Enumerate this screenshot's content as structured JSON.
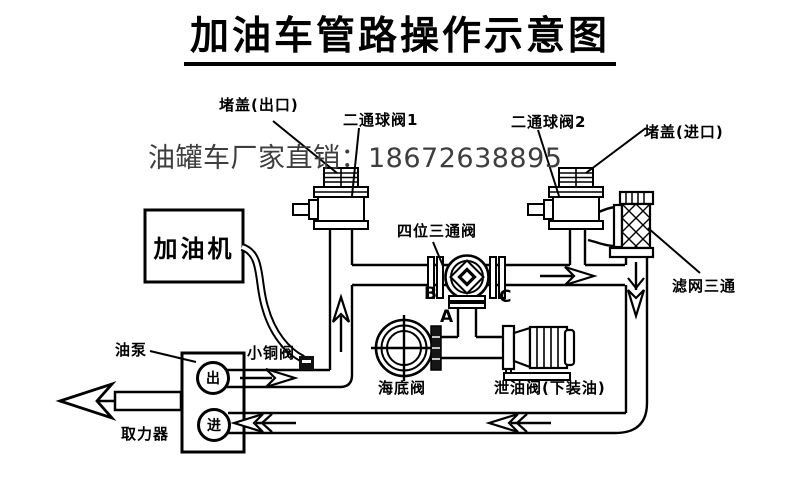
{
  "title": "加油车管路操作示意图",
  "watermark": "油罐车厂家直销：18672638895",
  "labels": {
    "plug_outlet": "堵盖(出口)",
    "ball_valve_1": "二通球阀1",
    "ball_valve_2": "二通球阀2",
    "plug_inlet": "堵盖(进口)",
    "four_way_valve": "四位三通阀",
    "strainer_tee": "滤网三通",
    "dispenser": "加油机",
    "oil_pump": "油泵",
    "small_copper_valve": "小铜阀",
    "pto": "取力器",
    "bottom_valve": "海底阀",
    "drain_valve": "泄油阀(下装油)",
    "port_a": "A",
    "port_b": "B",
    "port_c": "C",
    "pump_out": "出",
    "pump_in": "进"
  },
  "colors": {
    "line": "#000000",
    "watermark_gray": "#3e3e3e",
    "background": "#ffffff"
  }
}
